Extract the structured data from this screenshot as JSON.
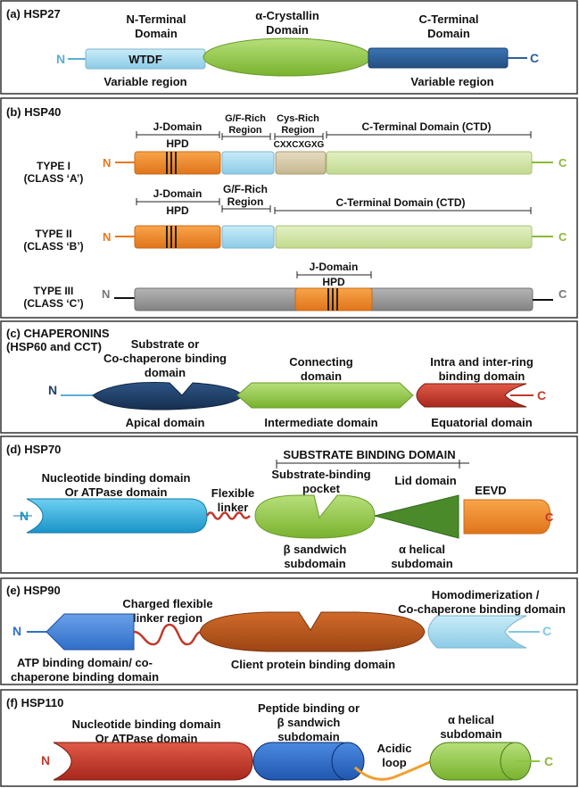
{
  "colors": {
    "hsp27_n_fill": "#a8dced",
    "hsp27_alpha_fill": "#8cc63f",
    "hsp27_c_fill": "#2e5f9a",
    "orange": "#f08a24",
    "light_blue": "#9dd3ee",
    "tan": "#d6c9a3",
    "light_green": "#cfe3a6",
    "gray": "#9a9a9a",
    "navy": "#1f3f66",
    "green": "#8cc63f",
    "red": "#c0392b",
    "cyan": "#2fa8d8",
    "brown": "#b5541b",
    "blue": "#2f6fc9",
    "n_orange_text": "#e8781a",
    "c_green_text": "#8cb83a"
  },
  "hsp27": {
    "title": "(a) HSP27",
    "n_terminal": [
      "N-Terminal",
      "Domain"
    ],
    "alpha": [
      "α-Crystallin",
      "Domain"
    ],
    "c_terminal": [
      "C-Terminal",
      "Domain"
    ],
    "wtdf": "WTDF",
    "variable_left": "Variable region",
    "variable_right": "Variable region",
    "n": "N",
    "c": "C"
  },
  "hsp40": {
    "title": "(b) HSP40",
    "jdomain": "J-Domain",
    "hpd": "HPD",
    "gf_rich": [
      "G/F-Rich",
      "Region"
    ],
    "cys_rich": [
      "Cys-Rich",
      "Region"
    ],
    "cys_motif": "CXXCXGXG",
    "ctd": "C-Terminal Domain (CTD)",
    "type1": [
      "TYPE I",
      "(CLASS ‘A’)"
    ],
    "type2": [
      "TYPE II",
      "(CLASS ‘B’)"
    ],
    "type3": [
      "TYPE III",
      "(CLASS ‘C’)"
    ],
    "n": "N",
    "c": "C"
  },
  "chaperonins": {
    "title": [
      "(c) CHAPERONINS",
      "(HSP60 and CCT)"
    ],
    "substrate": [
      "Substrate or",
      "Co-chaperone binding",
      "domain"
    ],
    "connecting": [
      "Connecting",
      "domain"
    ],
    "intra": [
      "Intra and inter-ring",
      "binding domain"
    ],
    "apical": "Apical domain",
    "intermediate": "Intermediate domain",
    "equatorial": "Equatorial domain",
    "n": "N",
    "c": "C"
  },
  "hsp70": {
    "title": "(d) HSP70",
    "nbd": [
      "Nucleotide binding domain",
      "Or ATPase domain"
    ],
    "flexible": [
      "Flexible",
      "linker"
    ],
    "sbd_header": "SUBSTRATE BINDING DOMAIN",
    "pocket": [
      "Substrate-binding",
      "pocket"
    ],
    "lid": "Lid domain",
    "eevd": "EEVD",
    "beta": [
      "β sandwich",
      "subdomain"
    ],
    "alpha": [
      "α helical",
      "subdomain"
    ],
    "n": "N",
    "c": "C"
  },
  "hsp90": {
    "title": "(e) HSP90",
    "charged": [
      "Charged flexible",
      "linker region"
    ],
    "homodimer": [
      "Homodimerization /",
      "Co-chaperone binding domain"
    ],
    "atp": [
      "ATP binding domain/ co-",
      "chaperone binding domain"
    ],
    "client": "Client protein binding  domain",
    "n": "N",
    "c": "C"
  },
  "hsp110": {
    "title": "(f) HSP110",
    "nbd": [
      "Nucleotide binding domain",
      "Or ATPase domain"
    ],
    "peptide": [
      "Peptide binding or",
      "β sandwich",
      "subdomain"
    ],
    "alpha": [
      "α helical",
      "subdomain"
    ],
    "acidic": [
      "Acidic",
      "loop"
    ],
    "n": "N",
    "c": "C"
  }
}
